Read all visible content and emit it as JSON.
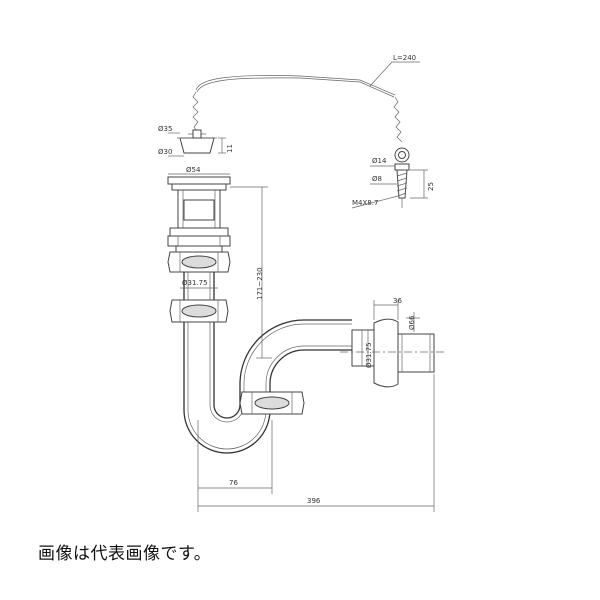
{
  "drawing": {
    "labels": {
      "chain_length": "L=240",
      "plug_outer_dia": "Ø35",
      "plug_inner_dia": "Ø30",
      "plug_height": "11",
      "flange_dia": "Ø54",
      "tail_pipe_dia_upper": "Ø31.75",
      "adjust_length": "171~230",
      "pipe_dia_outlet": "Ø31.75",
      "cover_depth": "36",
      "cover_dia": "Ø66",
      "hook_dia": "Ø14",
      "hook_base_dia": "Ø8",
      "hook_height": "25",
      "screw_size": "M4X8.7",
      "trap_offset": "76",
      "total_length": "396"
    }
  },
  "caption": "画像は代表画像です。"
}
